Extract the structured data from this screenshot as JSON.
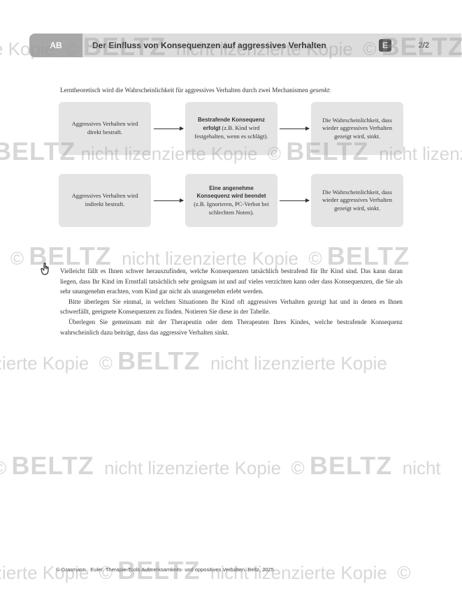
{
  "header": {
    "section": "AB",
    "title": "Der Einfluss von Konsequenzen auf aggressives Verhalten",
    "badge": "E",
    "pages": "2/2"
  },
  "intro": {
    "before": "Lerntheoretisch wird die Wahrscheinlichkeit für aggressives Verhalten durch zwei Mechanismen ",
    "emph": "gesenkt",
    "after": ":"
  },
  "diagram": {
    "row1": {
      "left": "Aggressives Verhalten wird direkt bestraft.",
      "middle_bold": "Bestrafende Konsequenz erfolgt",
      "middle_rest": " (z.B. Kind wird festgehalten, wenn es schlägt).",
      "right": "Die Wahrscheinlichkeit, dass wieder aggressives Verhalten gezeigt wird, sinkt."
    },
    "row2": {
      "left": "Aggressives Verhalten wird indirekt bestraft.",
      "middle_bold": "Eine angenehme Konsequenz wird beendet",
      "middle_rest": " (z.B. Ignorieren, PC-Verbot bei schlechten Noten).",
      "right": "Die Wahrscheinlichkeit, dass wieder aggressives Verhalten gezeigt wird, sinkt."
    }
  },
  "body": {
    "p1": "Vielleicht fällt es Ihnen schwer herauszufinden, welche Konsequenzen tatsächlich bestrafend für Ihr Kind sind. Das kann daran liegen, dass Ihr Kind im Ernstfall tatsächlich sehr genügsam ist und auf vieles verzichten kann oder dass Konsequenzen, die Sie als sehr unangenehm erachten, vom Kind gar nicht als unangenehm erlebt werden.",
    "p2": "Bitte überlegen Sie einmal, in welchen Situationen Ihr Kind oft aggressives Verhalten gezeigt hat und in denen es Ihnen schwerfällt, geeignete Konsequenzen zu finden. Notieren Sie diese in der Tabelle.",
    "p3": "Überlegen Sie gemeinsam mit der Therapeutin oder dem Therapeuten Ihres Kindes, welche bestrafende Konsequenz wahrscheinlich dazu beiträgt, dass das aggressive Verhalten sinkt."
  },
  "footer": "© Grasmann · Euler: Therapie-Tools Aufmerksamkeits- und oppositives Verhalten. Beltz, 2025",
  "watermark": {
    "copyright": "©",
    "brand": "BELTZ",
    "text": "nicht lizenzierte Kopie",
    "fragment_kopie": "e Kopie",
    "fragment_lizenzierte": "nicht lizenzierte Kopie",
    "fragment_start": "zierte Kopie",
    "fragment_nicht": "nicht"
  },
  "icons": {
    "hand": "pointing-hand-icon"
  }
}
